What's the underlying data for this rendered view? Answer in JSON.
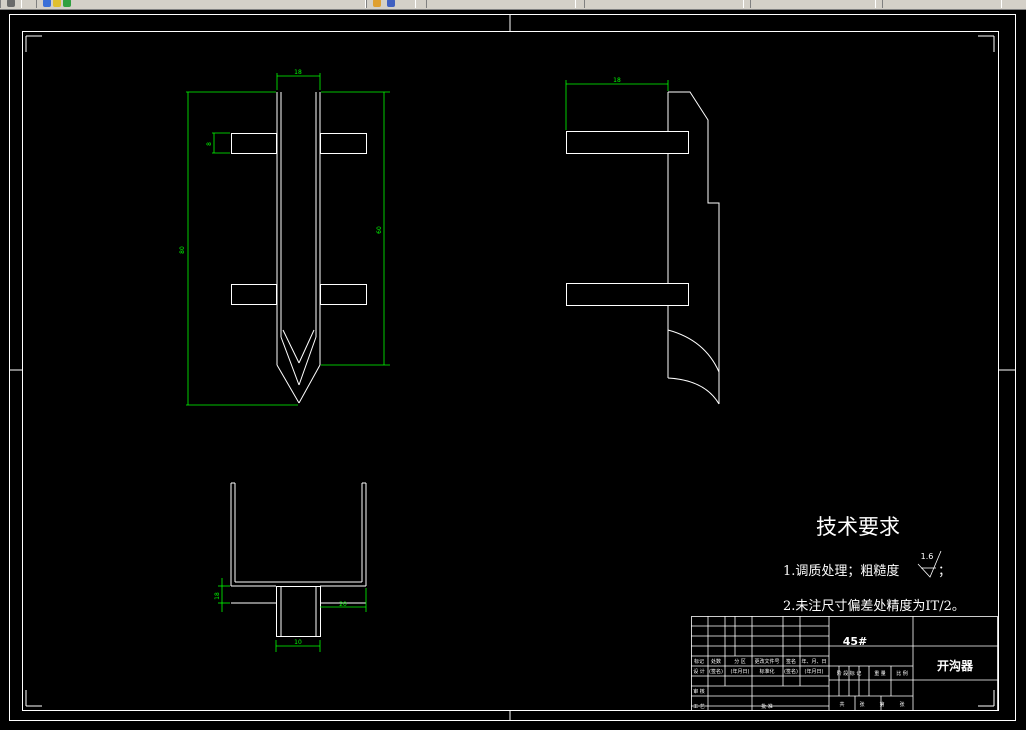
{
  "title_block": {
    "material": "45#",
    "part_name": "开沟器",
    "row_labels": [
      "标记",
      "处数",
      "分 区",
      "更改文件号",
      "签名",
      "年、月、日"
    ],
    "row2_labels": [
      "设 计",
      "(签名)",
      "(年月日)",
      "标准化",
      "(签名)",
      "(年月日)"
    ],
    "left_bottom": [
      "审 核",
      "工 艺"
    ],
    "approve": "批 准",
    "stage_labels": [
      "阶 段 标 记",
      "重 量",
      "比 例"
    ],
    "sheet_labels": [
      "共",
      "张",
      "第",
      "张"
    ]
  },
  "notes": {
    "heading": "技术要求",
    "line1": "1.调质处理；粗糙度",
    "roughness_value": "1.6",
    "line1_end": "；",
    "line2": "2.未注尺寸偏差处精度为IT/2。"
  },
  "dims": {
    "front_top_width": "18",
    "front_total_height": "80",
    "front_inner_height": "60",
    "front_small_left": "8",
    "side_top_width": "18",
    "bottom_left_small": "18",
    "bottom_right_small": "20",
    "bottom_width": "10"
  },
  "colors": {
    "background": "#000000",
    "geometry": "#ffffff",
    "dimension": "#00ff00"
  }
}
